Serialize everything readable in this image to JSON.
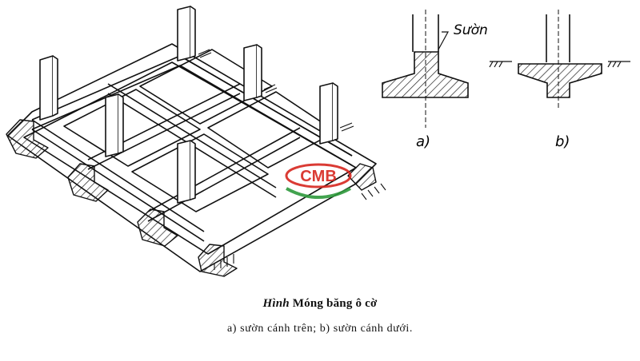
{
  "labels": {
    "rib": "Sườn",
    "part_a": "a)",
    "part_b": "b)"
  },
  "watermark": {
    "text": "CMB",
    "colors": {
      "red": "#d7261f",
      "green": "#2e9a3c"
    }
  },
  "caption": {
    "lead": "Hình",
    "title": "Móng băng ô cờ",
    "subtitle": "a) sườn cánh trên; b) sườn cánh dưới."
  }
}
